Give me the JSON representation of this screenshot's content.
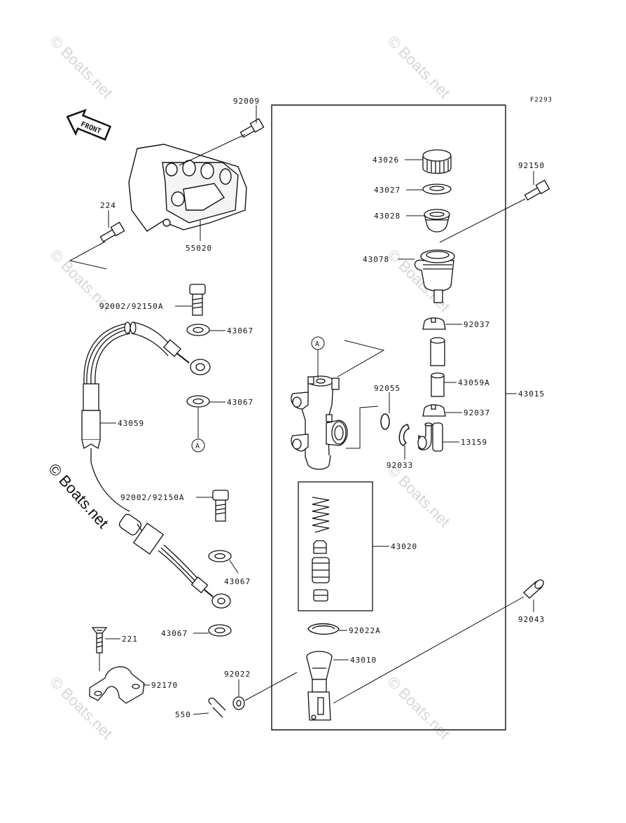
{
  "figure_id": "F2293",
  "front_label": "FRONT",
  "callout_letter": "A",
  "watermark": "© Boats.net",
  "parts": {
    "p92009": "92009",
    "p224": "224",
    "p55020": "55020",
    "p92002_a": "92002/92150A",
    "p43067_a": "43067",
    "p43067_b": "43067",
    "p43059": "43059",
    "p92002_b": "92002/92150A",
    "p43067_c": "43067",
    "p43067_d": "43067",
    "p221": "221",
    "p92170": "92170",
    "p550": "550",
    "p92022": "92022",
    "p43026": "43026",
    "p43027": "43027",
    "p43028": "43028",
    "p43078": "43078",
    "p92037_a": "92037",
    "p43059a": "43059A",
    "p92037_b": "92037",
    "p92055": "92055",
    "p13159": "13159",
    "p92033": "92033",
    "p43020": "43020",
    "p92022a": "92022A",
    "p43010": "43010",
    "p92150": "92150",
    "p43015": "43015",
    "p92043": "92043"
  }
}
